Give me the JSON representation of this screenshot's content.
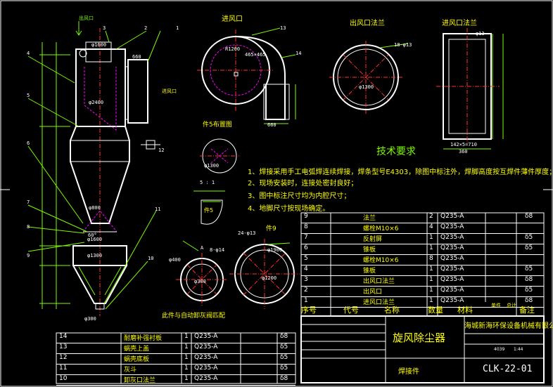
{
  "tech": {
    "title": "技术要求",
    "items": [
      "1、焊接采用手工电弧焊连续焊接，焊条型号E4303，除图中标注外，焊脚高度按互焊件薄件厚度；",
      "2、现场安装时，连接处密封良好；",
      "3、图中标注尺寸均为内腔尺寸；",
      "4、地脚尺寸按现场确定。"
    ]
  },
  "views": {
    "inlet": "进风口",
    "outlet_flange": "出风口法兰",
    "inlet_flange": "进风口法兰",
    "part5": "件5布置图",
    "part9": "件9",
    "ash_valve": "此件与自动卸灰阀匹配",
    "a_label": "A",
    "scale": "5 : 1",
    "part5_marker": "件5",
    "outlet_label": "出风口",
    "inlet_side": "进风口"
  },
  "balloons": [
    "4",
    "5",
    "6",
    "7",
    "8",
    "9",
    "3",
    "2",
    "1",
    "11",
    "10",
    "13",
    "14",
    "12"
  ],
  "dims": [
    "φ1600",
    "φ2400",
    "φ800",
    "φ1600",
    "φ1300",
    "φ300",
    "660",
    "60°",
    "R1200",
    "465×465",
    "660",
    "φ1300",
    "18-φ13",
    "φ13",
    "142×5=710",
    "360",
    "φ1300",
    "φ1900",
    "φ1200",
    "24-φ13",
    "φ300",
    "φ400",
    "8-φ14"
  ],
  "bom": {
    "headers": [
      "序号",
      "代号",
      "名称",
      "数量",
      "材料",
      "单件",
      "总计",
      "备注"
    ],
    "rows": [
      {
        "no": "9",
        "name": "法兰",
        "qty": "2",
        "mat": "Q235-A",
        "rem": "δ8"
      },
      {
        "no": "8",
        "name": "螺栓M10×6",
        "qty": "4",
        "mat": "Q235-A",
        "rem": ""
      },
      {
        "no": "7",
        "name": "反射屏",
        "qty": "1",
        "mat": "Q235-A",
        "rem": "δ5"
      },
      {
        "no": "6",
        "name": "锥板",
        "qty": "1",
        "mat": "Q235-A",
        "rem": "δ5"
      },
      {
        "no": "5",
        "name": "螺栓M10×6",
        "qty": "8",
        "mat": "Q235-A",
        "rem": ""
      },
      {
        "no": "4",
        "name": "锥板",
        "qty": "1",
        "mat": "Q235-A",
        "rem": "δ5"
      },
      {
        "no": "3",
        "name": "出风口法兰",
        "qty": "1",
        "mat": "Q235-A",
        "rem": "δ8"
      },
      {
        "no": "2",
        "name": "出风口",
        "qty": "1",
        "mat": "Q235-A",
        "rem": "δ5"
      },
      {
        "no": "1",
        "name": "进风口法兰",
        "qty": "1",
        "mat": "Q235-A",
        "rem": "δ8"
      }
    ],
    "lower_rows": [
      {
        "no": "14",
        "name": "耐磨补强衬板",
        "qty": "1",
        "mat": "Q235-A",
        "rem": "δ8"
      },
      {
        "no": "13",
        "name": "蜗壳上盖",
        "qty": "1",
        "mat": "Q235-A",
        "rem": "δ5"
      },
      {
        "no": "12",
        "name": "蜗壳底板",
        "qty": "1",
        "mat": "Q235-A",
        "rem": "δ5"
      },
      {
        "no": "11",
        "name": "灰斗",
        "qty": "1",
        "mat": "Q235-A",
        "rem": "δ5"
      },
      {
        "no": "10",
        "name": "卸灰口法兰",
        "qty": "1",
        "mat": "Q235-A",
        "rem": "δ8"
      }
    ]
  },
  "title_block": {
    "name": "旋风除尘器",
    "company": "海城新海环保设备机械有限公司",
    "scale": "1:44",
    "weight": "4039",
    "type": "焊接件",
    "number": "CLK-22-01"
  },
  "colors": {
    "background": "#000000",
    "line": "#ffffff",
    "text_primary": "#ffff00",
    "text_secondary": "#7CFC00"
  }
}
